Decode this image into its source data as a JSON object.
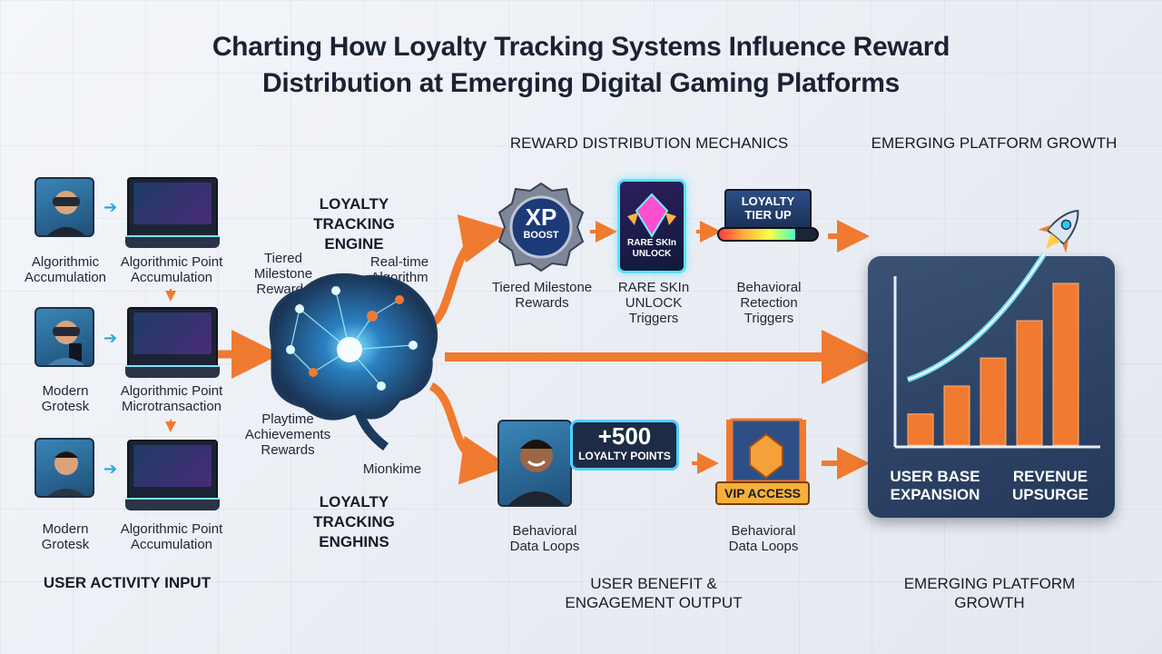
{
  "title": {
    "line1": "Charting How Loyalty Tracking Systems Influence Reward",
    "line2": "Distribution at Emerging Digital Gaming Platforms"
  },
  "sections": {
    "reward_mechanics": "REWARD DISTRIBUTION MECHANICS",
    "platform_growth_top": "EMERGING PLATFORM GROWTH",
    "user_input": "USER ACTIVITY INPUT",
    "benefit_output": [
      "USER BENEFIT &",
      "ENGAGEMENT OUTPUT"
    ],
    "platform_growth_bottom": [
      "EMERGING PLATFORM",
      "GROWTH"
    ]
  },
  "users": [
    {
      "avatar_label": [
        "Algorithmic",
        "Accumulation"
      ],
      "device_label": [
        "Algorithmic Point",
        "Accumulation"
      ]
    },
    {
      "avatar_label": [
        "Modern",
        "Grotesk"
      ],
      "device_label": [
        "Algorithmic Point",
        "Microtransaction"
      ]
    },
    {
      "avatar_label": [
        "Modern",
        "Grotesk"
      ],
      "device_label": [
        "Algorithmic Point",
        "Accumulation"
      ]
    }
  ],
  "engine": {
    "title_top": [
      "LOYALTY",
      "TRACKING",
      "ENGINE"
    ],
    "title_bottom": [
      "LOYALTY",
      "TRACKING",
      "ENGHINS"
    ],
    "tiered": [
      "Tiered",
      "Milestone",
      "Rewards"
    ],
    "realtime": [
      "Real-time",
      "Algorithm"
    ],
    "playtime": [
      "Playtime",
      "Achievements",
      "Rewards"
    ],
    "misc": "Mionkime"
  },
  "rewards": {
    "xp_badge": [
      "XP",
      "BOOST"
    ],
    "xp_caption": [
      "Tiered Milestone",
      "Rewards"
    ],
    "skin_badge": [
      "RARE SKIn",
      "UNLOCK"
    ],
    "skin_caption": [
      "RARE SKIn",
      "UNLOCK",
      "Triggers"
    ],
    "tier_badge": [
      "LOYALTY",
      "TIER UP"
    ],
    "tier_caption": [
      "Behavioral",
      "Retection",
      "Triggers"
    ]
  },
  "output": {
    "points_badge": [
      "+500",
      "LOYALTY POINTS"
    ],
    "points_caption": [
      "Behavioral",
      "Data Loops"
    ],
    "vip_badge": "VIP ACCESS",
    "vip_caption": [
      "Behavioral",
      "Data Loops"
    ]
  },
  "growth_chart": {
    "left_label": [
      "USER BASE",
      "EXPANSION"
    ],
    "right_label": [
      "REVENUE",
      "UPSURGE"
    ]
  },
  "chart_data": {
    "type": "bar",
    "values": [
      1,
      1.9,
      2.8,
      4,
      5.2
    ]
  },
  "colors": {
    "accent_orange": "#f07a30",
    "accent_cyan": "#2fc7f0",
    "panel_navy": "#2c4263",
    "dark_text": "#151b2a"
  }
}
